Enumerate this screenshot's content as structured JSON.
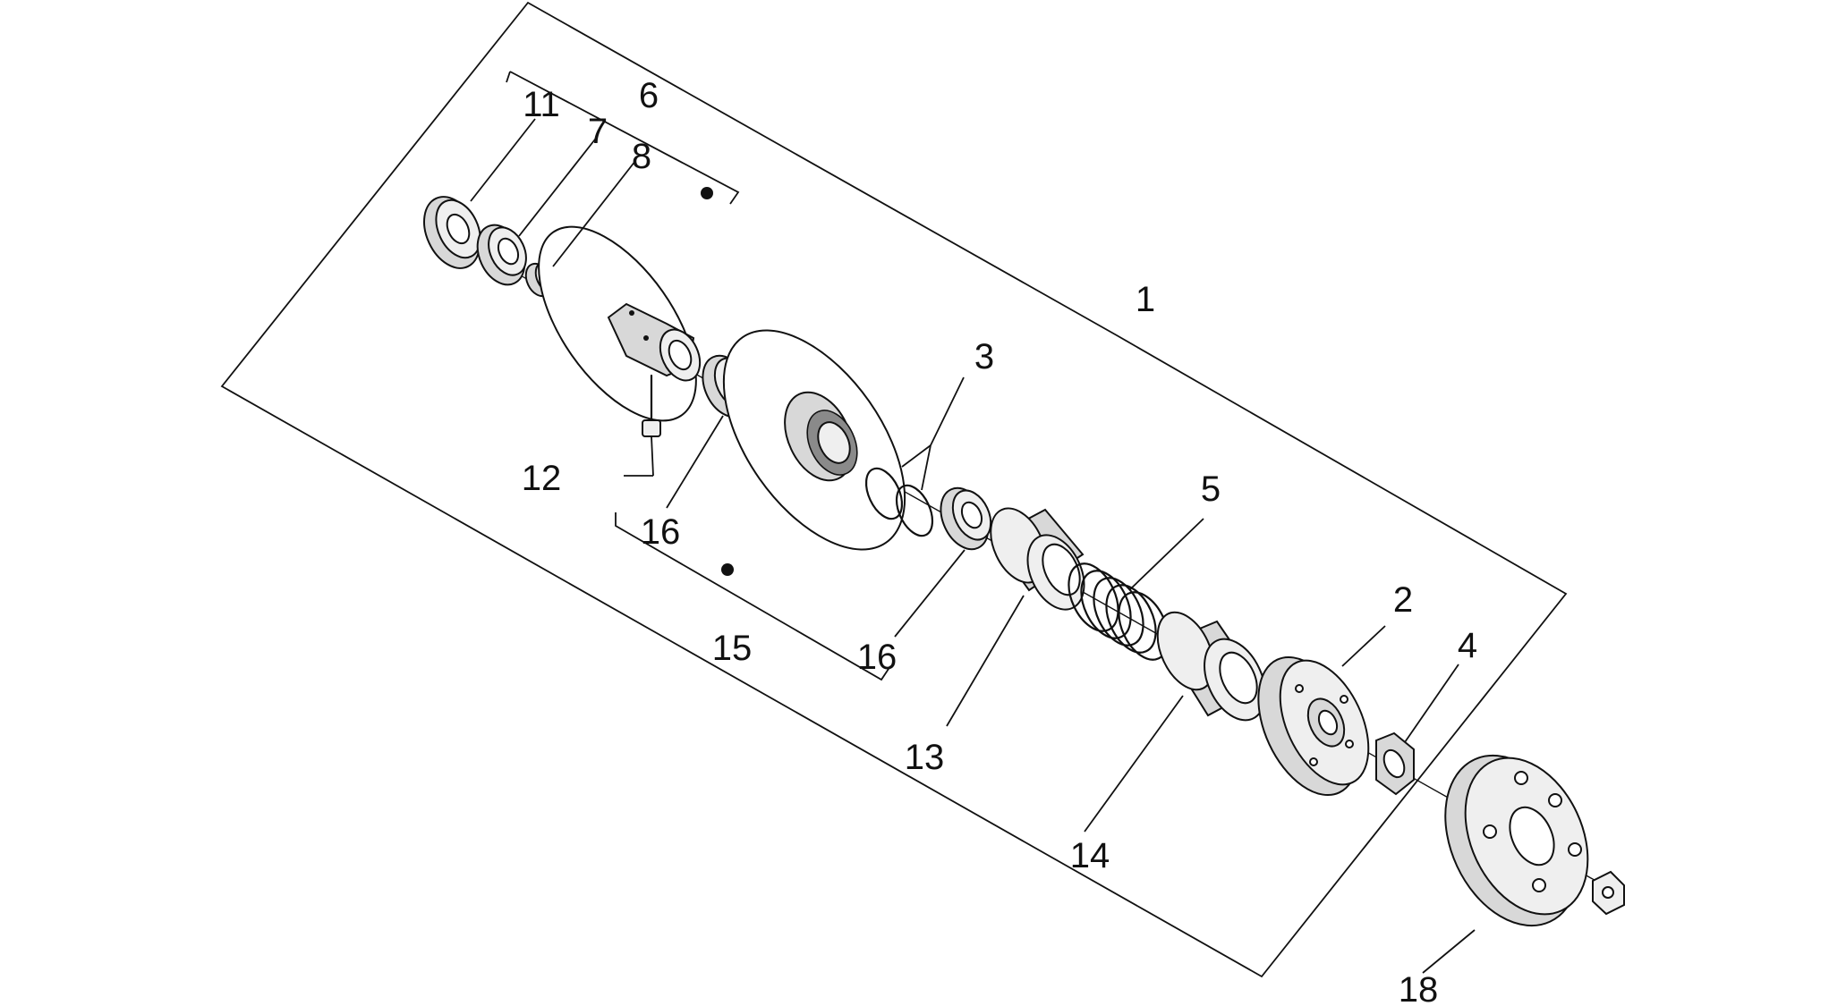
{
  "callouts": [
    {
      "id": "1",
      "text": "1"
    },
    {
      "id": "2",
      "text": "2"
    },
    {
      "id": "3",
      "text": "3"
    },
    {
      "id": "4",
      "text": "4"
    },
    {
      "id": "5",
      "text": "5"
    },
    {
      "id": "6",
      "text": "6"
    },
    {
      "id": "7",
      "text": "7"
    },
    {
      "id": "8",
      "text": "8"
    },
    {
      "id": "11",
      "text": "11"
    },
    {
      "id": "12",
      "text": "12"
    },
    {
      "id": "13",
      "text": "13"
    },
    {
      "id": "14",
      "text": "14"
    },
    {
      "id": "15",
      "text": "15"
    },
    {
      "id": "16a",
      "text": "16"
    },
    {
      "id": "16b",
      "text": "16"
    },
    {
      "id": "18",
      "text": "18"
    }
  ]
}
